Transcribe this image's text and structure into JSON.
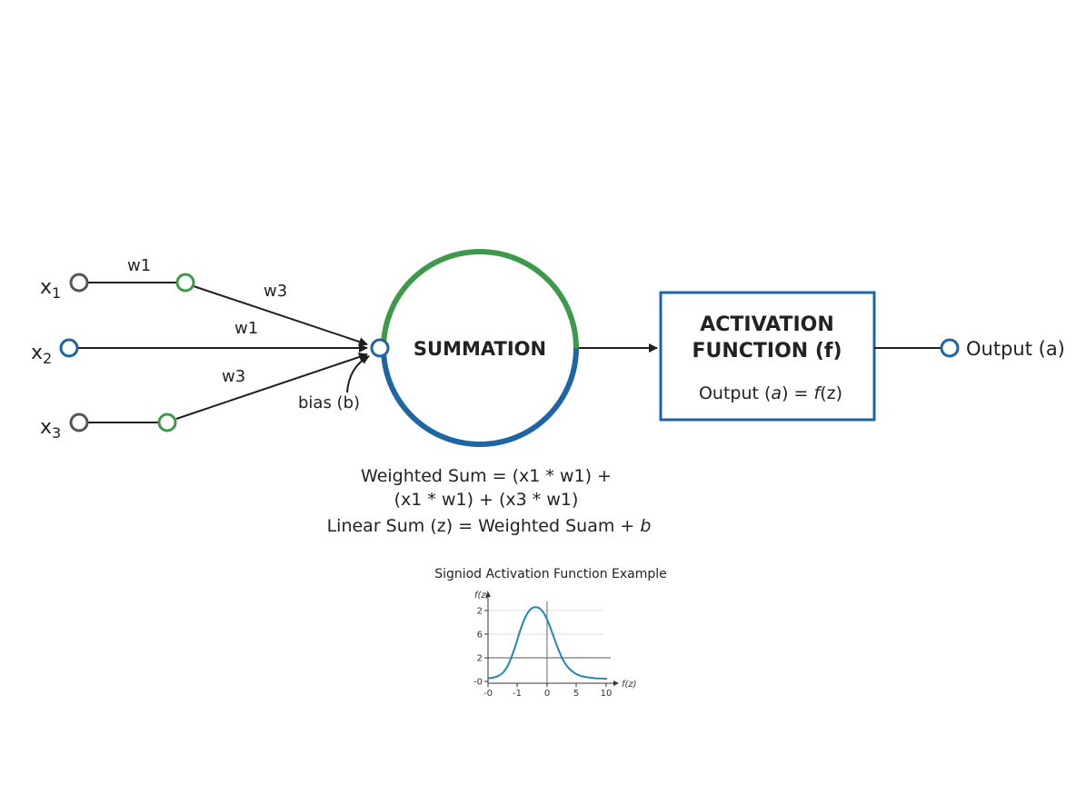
{
  "inputs": [
    {
      "label_main": "x",
      "label_sub": "1"
    },
    {
      "label_main": "x",
      "label_sub": "2"
    },
    {
      "label_main": "x",
      "label_sub": "3"
    }
  ],
  "weights": {
    "w_top": "w1",
    "w_upper_diag": "w3",
    "w_middle": "w1",
    "w_lower_diag": "w3"
  },
  "bias_label": "bias (b)",
  "summation_label": "SUMMATION",
  "activation": {
    "title_line1": "ACTIVATION",
    "title_line2": "FUNCTION (f)",
    "formula_prefix": "Output (",
    "formula_a": "a",
    "formula_mid": ") = ",
    "formula_f": "f",
    "formula_suffix": "(z)"
  },
  "output_label": "Output (a)",
  "equations": {
    "line1": "Weighted Sum = (x1 * w1) +",
    "line2": "(x1 * w1) + (x3 * w1)",
    "line3_text": "Linear Sum (z) = Weighted Suam + ",
    "line3_var": "b"
  },
  "colors": {
    "green": "#3d9a4a",
    "blue": "#1f64a3",
    "gray": "#555555",
    "curve": "#2486b0"
  },
  "chart_data": {
    "type": "line",
    "title": "Signiod Activation Function Example",
    "ylabel": "f(z)",
    "xlabel": "f(z)",
    "x_ticks": [
      "-0",
      "-1",
      "0",
      "5",
      "10"
    ],
    "y_ticks": [
      "2",
      "6",
      "2",
      "-0"
    ],
    "series": [
      {
        "values_x": [
          -0.3,
          -0.1,
          0.1,
          0.3,
          0.5,
          0.7,
          0.9,
          1.1,
          1.3,
          1.5,
          1.7,
          1.9,
          2.1,
          2.3,
          2.5,
          2.7,
          2.9,
          3.1,
          3.3,
          3.5,
          3.7,
          3.9,
          4.1
        ],
        "values_y": [
          0.35,
          0.38,
          0.45,
          0.62,
          0.98,
          1.55,
          2.2,
          2.72,
          3.0,
          3.05,
          2.92,
          2.55,
          2.0,
          1.45,
          1.0,
          0.72,
          0.55,
          0.45,
          0.4,
          0.37,
          0.35,
          0.34,
          0.33
        ]
      }
    ]
  }
}
